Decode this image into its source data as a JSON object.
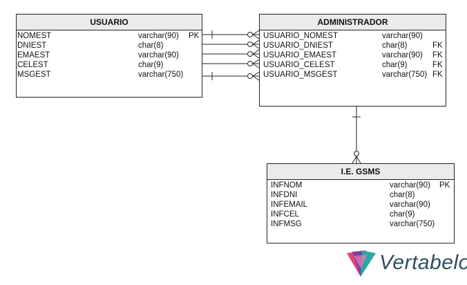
{
  "entities": {
    "usuario": {
      "name": "USUARIO",
      "columns": [
        {
          "name": "NOMEST",
          "type": "varchar(90)",
          "key": "PK"
        },
        {
          "name": "DNIEST",
          "type": "char(8)",
          "key": ""
        },
        {
          "name": "EMAEST",
          "type": "varchar(90)",
          "key": ""
        },
        {
          "name": "CELEST",
          "type": "char(9)",
          "key": ""
        },
        {
          "name": "MSGEST",
          "type": "varchar(750)",
          "key": ""
        }
      ]
    },
    "administrador": {
      "name": "ADMINISTRADOR",
      "columns": [
        {
          "name": "USUARIO_NOMEST",
          "type": "varchar(90)",
          "key": ""
        },
        {
          "name": "USUARIO_DNIEST",
          "type": "char(8)",
          "key": "FK"
        },
        {
          "name": "USUARIO_EMAEST",
          "type": "varchar(90)",
          "key": "FK"
        },
        {
          "name": "USUARIO_CELEST",
          "type": "char(9)",
          "key": "FK"
        },
        {
          "name": "USUARIO_MSGEST",
          "type": "varchar(750)",
          "key": "FK"
        }
      ]
    },
    "gsms": {
      "name": "I.E. GSMS",
      "columns": [
        {
          "name": "INFNOM",
          "type": "varchar(90)",
          "key": "PK"
        },
        {
          "name": "INFDNI",
          "type": "char(8)",
          "key": ""
        },
        {
          "name": "INFEMAIL",
          "type": "varchar(90)",
          "key": ""
        },
        {
          "name": "INFCEL",
          "type": "char(9)",
          "key": ""
        },
        {
          "name": "INFMSG",
          "type": "varchar(750)",
          "key": ""
        }
      ]
    }
  },
  "logo": {
    "text": "Vertabelo"
  },
  "colors": {
    "header_bg": "#ebebeb",
    "border": "#222222",
    "logo_text": "#2e4f5e",
    "logo_mark_pink": "#e0407f",
    "logo_mark_purple": "#7b3fa0",
    "logo_mark_teal": "#2aa7a3"
  }
}
